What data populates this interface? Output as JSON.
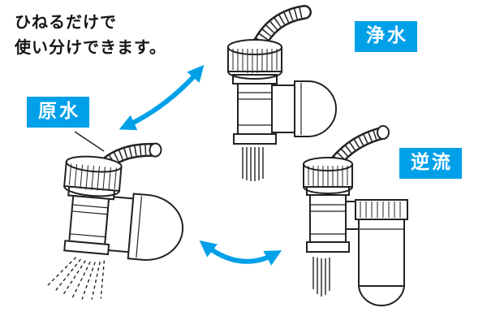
{
  "heading": {
    "line1": "ひねるだけで",
    "line2": "使い分けできます。"
  },
  "labels": {
    "purified": "浄水",
    "raw": "原水",
    "backflow": "逆流"
  },
  "colors": {
    "accent_blue": "#00A0E9",
    "line_color": "#222222",
    "background": "#FFFFFF"
  }
}
